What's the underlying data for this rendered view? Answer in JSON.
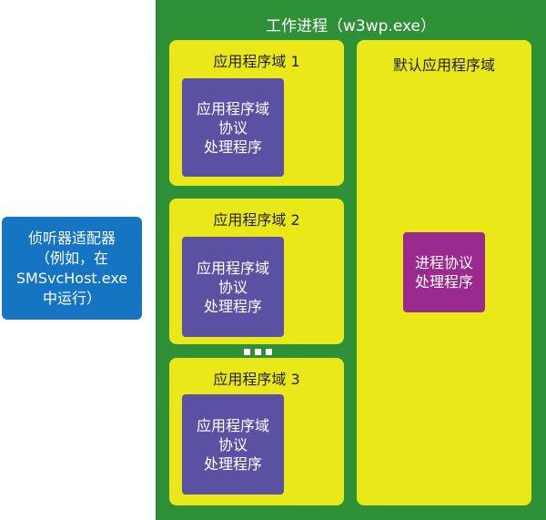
{
  "listener": {
    "lines": [
      "侦听器适配器",
      "（例如，在",
      "SMSvcHost.exe",
      "中运行）"
    ]
  },
  "worker_process": {
    "title": "工作进程（w3wp.exe）"
  },
  "app_domains": [
    {
      "title": "应用程序域 1",
      "handler_lines": [
        "应用程序域",
        "协议",
        "处理程序"
      ]
    },
    {
      "title": "应用程序域 2",
      "handler_lines": [
        "应用程序域",
        "协议",
        "处理程序"
      ]
    },
    {
      "title": "应用程序域 3",
      "handler_lines": [
        "应用程序域",
        "协议",
        "处理程序"
      ]
    }
  ],
  "default_domain": {
    "title": "默认应用程序域",
    "handler_lines": [
      "进程协议",
      "处理程序"
    ]
  },
  "colors": {
    "worker": "#2e9138",
    "domain": "#eae819",
    "listener": "#1575c2",
    "handler": "#5b51a3",
    "process_handler": "#9a2a8e"
  }
}
